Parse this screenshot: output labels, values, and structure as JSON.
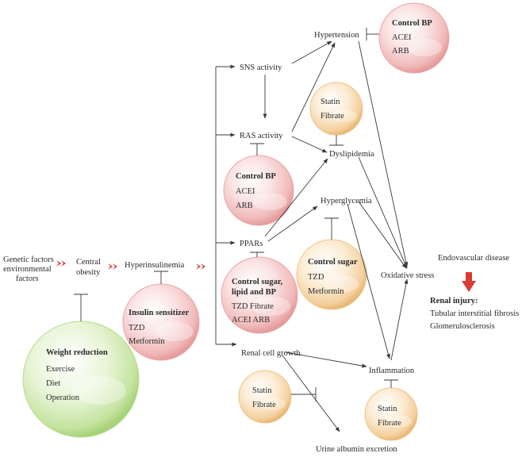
{
  "nodes": {
    "genetic": [
      "Genetic factors",
      "environmental",
      "factors"
    ],
    "central_obesity": [
      "Central",
      "obesity"
    ],
    "hyperinsulinemia": "Hyperinsulinemia",
    "sns": "SNS activity",
    "ras": "RAS activity",
    "ppars": "PPARs",
    "renal_growth": "Renal cell growth",
    "hypertension": "Hypertension",
    "dyslipidemia": "Dyslipidemia",
    "hyperglycemia": "Hyperglycemia",
    "oxidative": "Oxidative stress",
    "inflammation": "Inflammation",
    "urine": "Urine albumin excretion",
    "endovascular": "Endovascular disease"
  },
  "renal_injury": {
    "title": "Renal injury:",
    "items": [
      "Tubular interstitial fibrosis",
      "Glomerulosclerosis"
    ]
  },
  "bubbles": {
    "weight": {
      "title": "Weight reduction",
      "items": [
        "Exercise",
        "Diet",
        "Operation"
      ]
    },
    "insulin": {
      "title": "Insulin sensitizer",
      "items": [
        "TZD",
        "Metformin"
      ]
    },
    "bp_top": {
      "title": "Control BP",
      "items": [
        "ACEI",
        "ARB"
      ]
    },
    "statin_top": {
      "items": [
        "Statin",
        "Fibrate"
      ]
    },
    "bp_mid": {
      "title": "Control BP",
      "items": [
        "ACEI",
        "ARB"
      ]
    },
    "sugar": {
      "title": "Control sugar",
      "items": [
        "TZD",
        "Metformin"
      ]
    },
    "combo": {
      "title": [
        "Control sugar,",
        "lipid and BP"
      ],
      "items": [
        "TZD Fibrate",
        "ACEI ARB"
      ]
    },
    "statin_low": {
      "items": [
        "Statin",
        "Fibrate"
      ]
    },
    "statin_right": {
      "items": [
        "Statin",
        "Fibrate"
      ]
    }
  },
  "colors": {
    "pink": "#f2b6b6",
    "peach": "#f6d3a4",
    "green": "#c8e6a6",
    "arrow_red": "#d93b35",
    "line": "#3a3a3a"
  }
}
